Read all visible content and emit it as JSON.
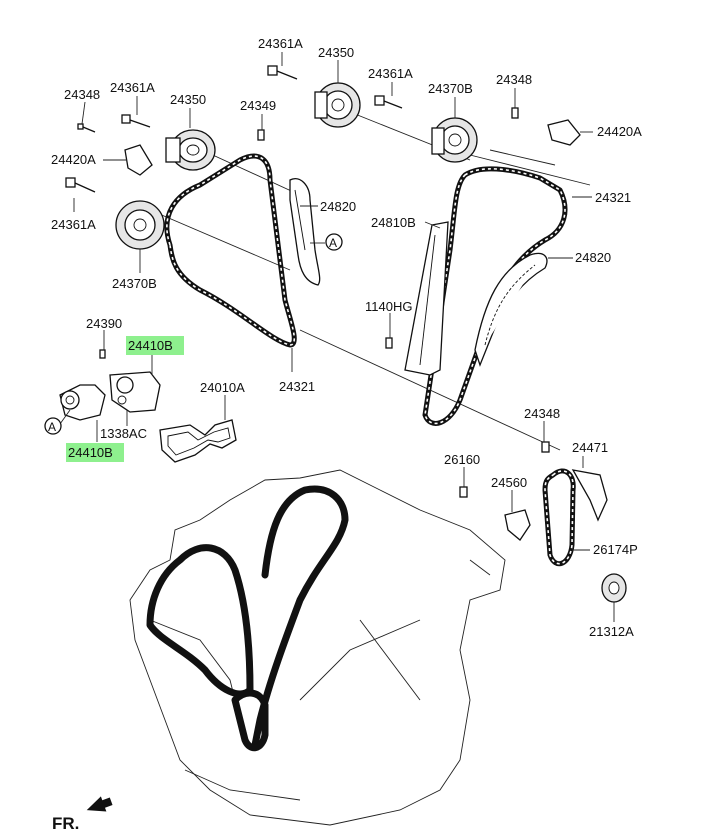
{
  "colors": {
    "highlight": "#8ef08e",
    "line": "#111111"
  },
  "callouts": {
    "p24361A_top": "24361A",
    "p24350_top": "24350",
    "p24361A_mid": "24361A",
    "p24348_right": "24348",
    "p24348_left": "24348",
    "p24361A_left": "24361A",
    "p24350_left": "24350",
    "p24349": "24349",
    "p24370B_right": "24370B",
    "p24420A_right": "24420A",
    "p24420A_left": "24420A",
    "p24321_top": "24321",
    "p24820_mid": "24820",
    "p24361A_left2": "24361A",
    "p24810B": "24810B",
    "p24820_right": "24820",
    "p24370B_left": "24370B",
    "p1140HG": "1140HG",
    "p24390": "24390",
    "p24410B_top": "24410B",
    "p24010A": "24010A",
    "p24321_mid": "24321",
    "p1338AC": "1338AC",
    "p24410B_bottom": "24410B",
    "p24348_low": "24348",
    "p24471": "24471",
    "p26160": "26160",
    "p24560": "24560",
    "p26174P": "26174P",
    "p21312A": "21312A",
    "ref_A1": "A",
    "ref_A2": "A"
  },
  "front_marker": {
    "text": "FR."
  }
}
